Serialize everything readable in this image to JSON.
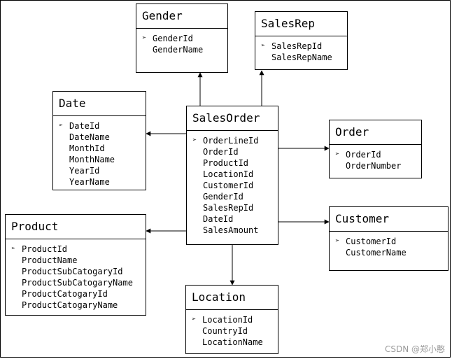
{
  "entities": {
    "gender": {
      "title": "Gender",
      "fields": [
        "GenderId",
        "GenderName"
      ]
    },
    "salesrep": {
      "title": "SalesRep",
      "fields": [
        "SalesRepId",
        "SalesRepName"
      ]
    },
    "date": {
      "title": "Date",
      "fields": [
        "DateId",
        "DateName",
        "MonthId",
        "MonthName",
        "YearId",
        "YearName"
      ]
    },
    "salesorder": {
      "title": "SalesOrder",
      "fields": [
        "OrderLineId",
        "OrderId",
        "ProductId",
        "LocationId",
        "CustomerId",
        "GenderId",
        "SalesRepId",
        "DateId",
        "SalesAmount"
      ]
    },
    "order": {
      "title": "Order",
      "fields": [
        "OrderId",
        "OrderNumber"
      ]
    },
    "product": {
      "title": "Product",
      "fields": [
        "ProductId",
        "ProductName",
        "ProductSubCatogaryId",
        "ProductSubCatogaryName",
        "ProductCatogaryId",
        "ProductCatogaryName"
      ]
    },
    "customer": {
      "title": "Customer",
      "fields": [
        "CustomerId",
        "CustomerName"
      ]
    },
    "location": {
      "title": "Location",
      "fields": [
        "LocationId",
        "CountryId",
        "LocationName"
      ]
    }
  },
  "key_marker": "➢",
  "watermark": "CSDN @郑小憨"
}
